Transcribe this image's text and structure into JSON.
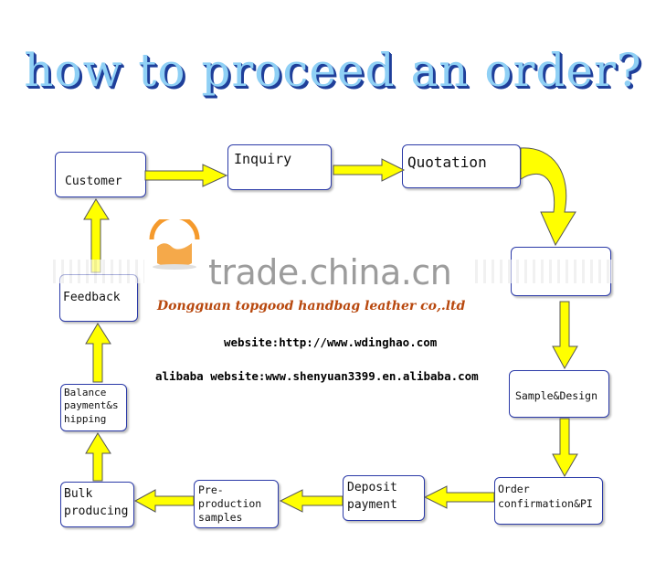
{
  "title": "how to proceed an order?",
  "watermark": "trade.china.cn",
  "company": "Dongguan topgood handbag leather co,.ltd",
  "website": "website:http://www.wdinghao.com",
  "alibaba": "alibaba website:www.shenyuan3399.en.alibaba.com",
  "steps": {
    "customer": "Customer",
    "inquiry": "Inquiry",
    "quotation": "Quotation",
    "sample_design": "Sample&Design",
    "order_confirmation": "Order\nconfirmation&PI",
    "deposit_payment": "Deposit\npayment",
    "pre_production": "Pre-\nproduction\nsamples",
    "bulk_producing": "Bulk\nproducing",
    "balance_payment": "Balance\npayment&s\nhipping",
    "feedback": "Feedback"
  },
  "colors": {
    "arrow_fill": "#ffff00",
    "arrow_stroke": "#555555",
    "box_border": "#2b3aa8",
    "company_text": "#b8480e",
    "title_fill": "#8fd0f5",
    "title_shadow": "#1f3f9a"
  }
}
